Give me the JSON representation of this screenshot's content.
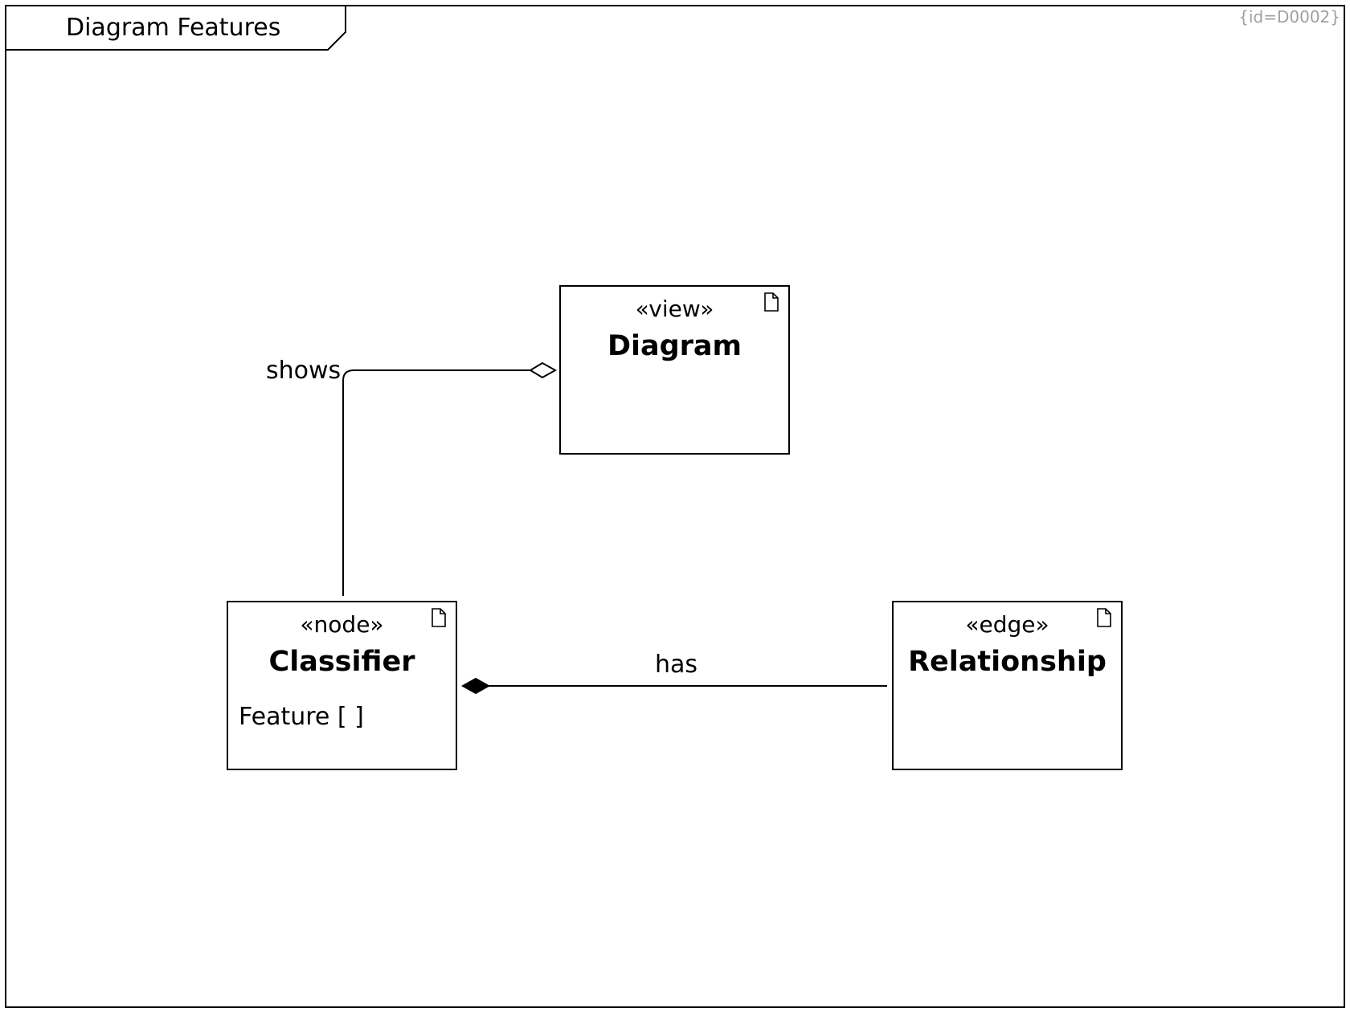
{
  "frame": {
    "title": "Diagram Features",
    "id_label": "{id=D0002}"
  },
  "blocks": {
    "diagram": {
      "stereotype": "«view»",
      "name": "Diagram",
      "icon": "document-icon"
    },
    "classifier": {
      "stereotype": "«node»",
      "name": "Classifier",
      "attribute": "Feature [ ]",
      "icon": "document-icon"
    },
    "relationship": {
      "stereotype": "«edge»",
      "name": "Relationship",
      "icon": "document-icon"
    }
  },
  "associations": {
    "shows": {
      "label": "shows",
      "kind": "aggregation"
    },
    "has": {
      "label": "has",
      "kind": "composition"
    }
  }
}
